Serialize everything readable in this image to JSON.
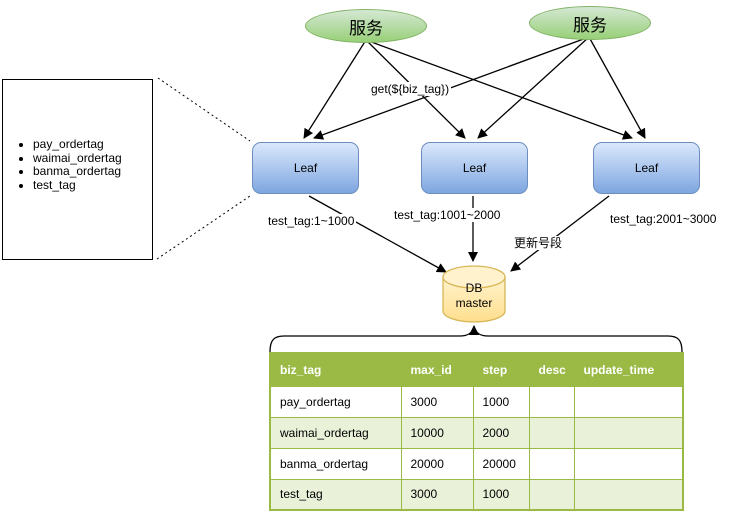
{
  "diagram": {
    "services": [
      {
        "label": "服务"
      },
      {
        "label": "服务"
      }
    ],
    "leaves": [
      {
        "label": "Leaf"
      },
      {
        "label": "Leaf"
      },
      {
        "label": "Leaf"
      }
    ],
    "database": {
      "line1": "DB",
      "line2": "master"
    },
    "note_box": {
      "items": [
        "pay_ordertag",
        "waimai_ordertag",
        "banma_ordertag",
        "test_tag"
      ]
    },
    "edge_labels": {
      "get": "get(${biz_tag})",
      "seg_left": "test_tag:1~1000",
      "seg_mid": "test_tag:1001~2000",
      "seg_right": "test_tag:2001~3000",
      "update": "更新号段"
    },
    "table": {
      "headers": [
        "biz_tag",
        "max_id",
        "step",
        "desc",
        "update_time"
      ],
      "rows": [
        [
          "pay_ordertag",
          "3000",
          "1000",
          "",
          ""
        ],
        [
          "waimai_ordertag",
          "10000",
          "2000",
          "",
          ""
        ],
        [
          "banma_ordertag",
          "20000",
          "20000",
          "",
          ""
        ],
        [
          "test_tag",
          "3000",
          "1000",
          "",
          ""
        ]
      ]
    },
    "colors": {
      "service_fill_top": "#d5e8d4",
      "service_fill_bottom": "#97d077",
      "service_stroke": "#82b366",
      "leaf_fill_top": "#dae8fc",
      "leaf_fill_bottom": "#7ea6e0",
      "leaf_stroke": "#6c8ebf",
      "db_fill_top": "#fff2cc",
      "db_fill_bottom": "#ffdf8e",
      "db_stroke": "#d6b656",
      "table_header_bg": "#9aba45",
      "table_row_alt_bg": "#eaf1d9",
      "table_border": "#9aba45",
      "connector": "#000000"
    }
  }
}
